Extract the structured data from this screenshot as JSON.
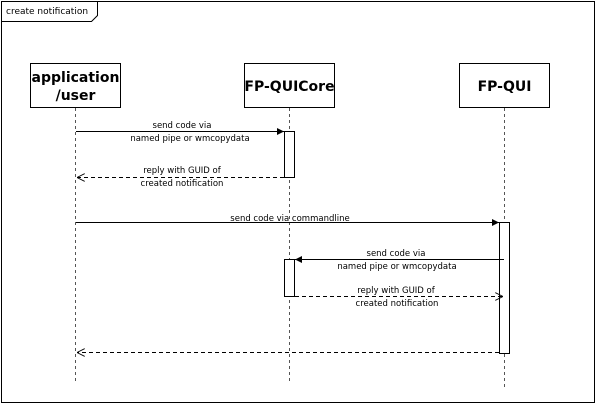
{
  "frame": {
    "title": "create notification"
  },
  "participants": [
    {
      "id": "app",
      "lines": [
        "application",
        "/user"
      ]
    },
    {
      "id": "core",
      "lines": [
        "FP-QUICore"
      ]
    },
    {
      "id": "qui",
      "lines": [
        "FP-QUI"
      ]
    }
  ],
  "messages": [
    {
      "from": "app",
      "to": "core",
      "style": "solid",
      "lines": [
        "send code via",
        "named pipe or wmcopydata"
      ]
    },
    {
      "from": "core",
      "to": "app",
      "style": "dashed",
      "lines": [
        "reply with GUID of",
        "created notification"
      ]
    },
    {
      "from": "app",
      "to": "qui",
      "style": "solid",
      "lines": [
        "send code via commandline"
      ]
    },
    {
      "from": "qui",
      "to": "core",
      "style": "solid",
      "lines": [
        "send code via",
        "named pipe or wmcopydata"
      ]
    },
    {
      "from": "core",
      "to": "qui",
      "style": "dashed",
      "lines": [
        "reply with GUID of",
        "created notification"
      ]
    },
    {
      "from": "qui",
      "to": "app",
      "style": "dashed",
      "lines": []
    }
  ],
  "colors": {
    "stroke": "#000000",
    "lifeline": "#555555",
    "background": "#ffffff"
  }
}
